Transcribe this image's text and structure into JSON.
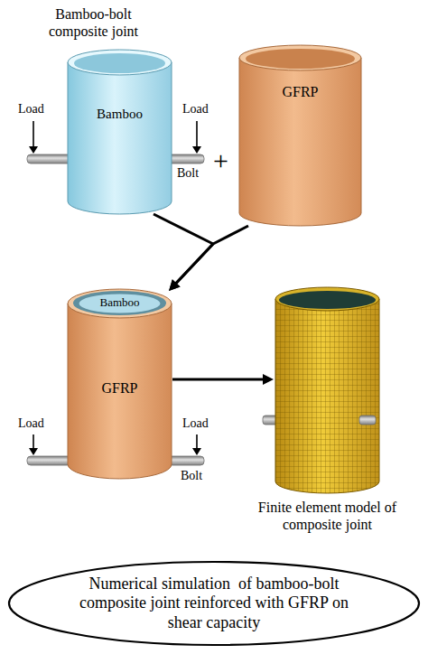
{
  "diagram": {
    "nodes": [
      {
        "text": [
          "Bamboo-bolt composite joint",
          "Bamboo"
        ]
      },
      {
        "text": [
          "GFRP"
        ]
      },
      {
        "text": [
          "GFRP"
        ]
      },
      {
        "text": [
          "Bamboo"
        ],
        "in": 2
      },
      {
        "text": [
          "Finite element model of composite joint"
        ]
      },
      {
        "text": [
          "Numerical simulation  of bamboo-bolt composite joint reinforced with GFRP on shear capacity"
        ]
      }
    ],
    "edges": [
      {
        "from": 0,
        "to": 2,
        "arrow": "to"
      },
      {
        "from": 1,
        "to": 2,
        "arrow": "to"
      },
      {
        "from": 2,
        "to": 4,
        "arrow": "to"
      }
    ],
    "labels": [
      "Load",
      "Load",
      "Bolt",
      "+",
      "Load",
      "Load",
      "Bolt"
    ]
  }
}
